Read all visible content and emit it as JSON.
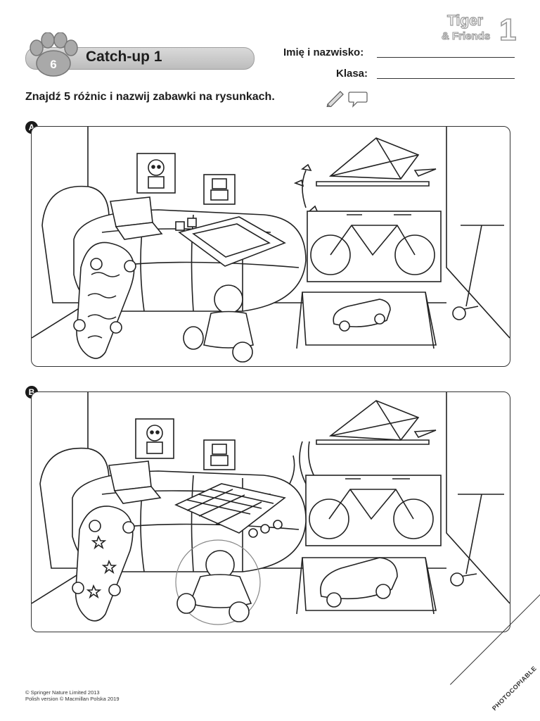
{
  "header": {
    "unit_number": "6",
    "unit_title": "Catch-up 1",
    "name_label": "Imię i nazwisko:",
    "class_label": "Klasa:"
  },
  "logo": {
    "line1": "Tiger",
    "line2": "& Friends",
    "level": "1"
  },
  "instruction": {
    "text": "Znajdź 5 różnic i nazwij zabawki na rysunkach.",
    "icons": [
      "pencil-icon",
      "speech-bubble-icon"
    ]
  },
  "scenes": [
    {
      "label": "A",
      "items": [
        "robot-picture",
        "robot-poster",
        "kite",
        "butterflies",
        "bike",
        "laptop",
        "dice",
        "board-game",
        "skateboard-waves",
        "doll",
        "rug",
        "toy-car",
        "scooter",
        "bed"
      ]
    },
    {
      "label": "B",
      "items": [
        "robot-picture",
        "robot-poster",
        "kite-with-ribbons",
        "bike",
        "laptop",
        "chess-board",
        "checkers",
        "skateboard-stars",
        "doll-circled",
        "rug",
        "toy-car",
        "scooter",
        "bed"
      ]
    }
  ],
  "footer": {
    "copyright_line1": "© Springer Nature Limited 2013",
    "copyright_line2": "Polish version © Macmillan Polska 2019",
    "photocopiable": "PHOTOCOPIABLE"
  }
}
